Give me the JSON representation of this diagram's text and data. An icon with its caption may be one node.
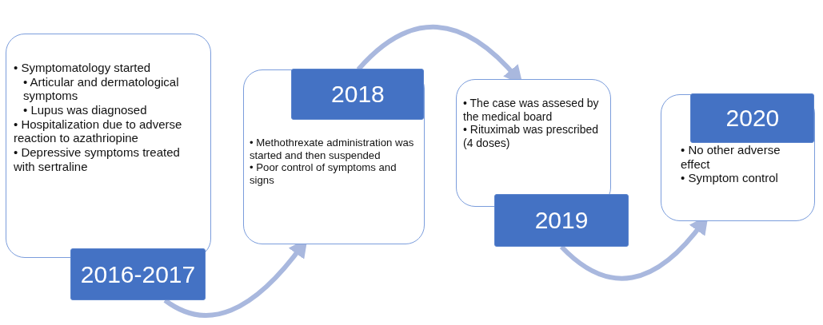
{
  "diagram": {
    "nodes": [
      {
        "text": [
          "• Symptomatology started",
          "• Articular and dermatological symptoms",
          "• Lupus was diagnosed",
          "• Hospitalization due to adverse reaction to azathriopine",
          "• Depressive symptoms treated with sertraline"
        ]
      },
      {
        "text": [
          "2016-2017"
        ]
      },
      {
        "text": [
          "2018"
        ],
        "in": 3
      },
      {
        "text": [
          "• Methothrexate administration was started and then suspended",
          "• Poor control of symptoms and signs"
        ]
      },
      {
        "text": [
          "• The case was assesed by the medical board",
          "• Rituximab was prescribed (4 doses)"
        ]
      },
      {
        "text": [
          "2019"
        ]
      },
      {
        "text": [
          "2020"
        ],
        "in": 7
      },
      {
        "text": [
          "• No other adverse effect",
          "• Symptom control"
        ]
      }
    ],
    "edges": [
      {
        "from": 1,
        "to": 3,
        "arrow": "to"
      },
      {
        "from": 2,
        "to": 4,
        "arrow": "to"
      },
      {
        "from": 5,
        "to": 7,
        "arrow": "to"
      }
    ]
  }
}
